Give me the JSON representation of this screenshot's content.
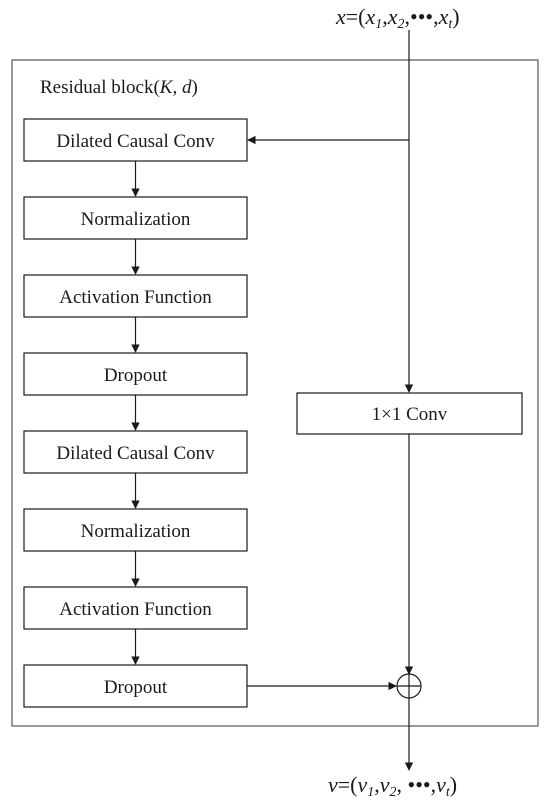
{
  "block_title": {
    "main": "Residual block(",
    "k": "K",
    "sep": ", ",
    "d": "d",
    "close": ")"
  },
  "input_label": {
    "var": "x",
    "eq": "=(",
    "x1": "x",
    "s1": "1",
    "c1": ",",
    "x2": "x",
    "s2": "2",
    "dots": ",•••,",
    "xt": "x",
    "st": "t",
    "close": ")"
  },
  "output_label": {
    "var": "v",
    "eq": "=(",
    "v1": "v",
    "s1": "1",
    "c1": ",",
    "v2": "v",
    "s2": "2",
    "dots": ", •••,",
    "vt": "v",
    "st": "t",
    "close": ")"
  },
  "layers": [
    "Dilated Causal Conv",
    "Normalization",
    "Activation Function",
    "Dropout",
    "Dilated Causal Conv",
    "Normalization",
    "Activation Function",
    "Dropout"
  ],
  "shortcut": "1×1 Conv",
  "sum_symbol": "⊕"
}
